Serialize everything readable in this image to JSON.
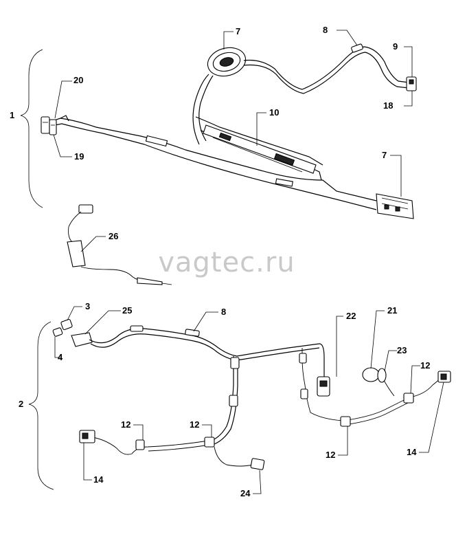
{
  "watermark": "vagtec.ru",
  "groups": {
    "g1": "1",
    "g2": "2"
  },
  "callouts": {
    "c20": "20",
    "c19": "19",
    "c7a": "7",
    "c8a": "8",
    "c9": "9",
    "c18": "18",
    "c10": "10",
    "c7b": "7",
    "c26": "26",
    "c3": "3",
    "c25": "25",
    "c4": "4",
    "c8b": "8",
    "c22": "22",
    "c21": "21",
    "c23": "23",
    "c12a": "12",
    "c12b": "12",
    "c12c": "12",
    "c12d": "12",
    "c14a": "14",
    "c14b": "14",
    "c24": "24"
  }
}
